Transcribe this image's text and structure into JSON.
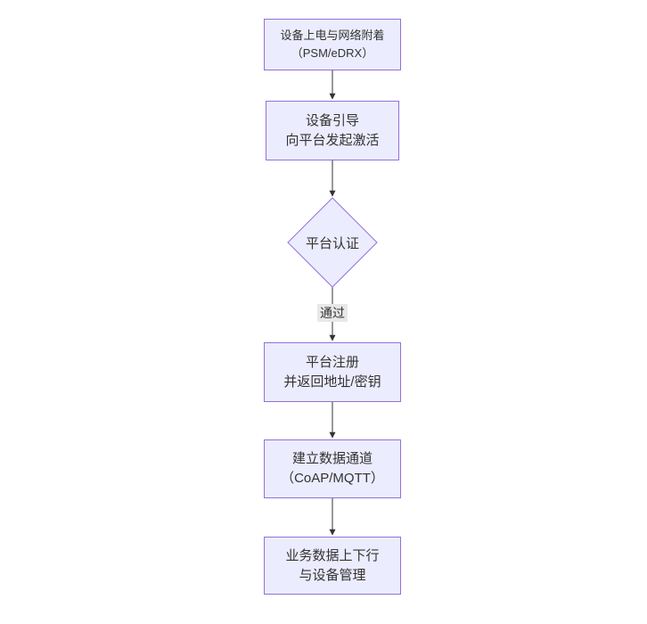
{
  "diagram": {
    "type": "flowchart",
    "direction": "top-down",
    "colors": {
      "background": "#ffffff",
      "node_fill": "#ECECFF",
      "node_border": "#9370DB",
      "arrow_line": "#333333",
      "text": "#333333",
      "edge_label_bg": "#e8e8e8"
    },
    "nodes": [
      {
        "shape": "rectangle",
        "lines": [
          "设备上电与网络附着",
          "（PSM/eDRX）"
        ]
      },
      {
        "shape": "rectangle",
        "lines": [
          "设备引导",
          "向平台发起激活"
        ]
      },
      {
        "shape": "diamond",
        "lines": [
          "平台认证"
        ]
      },
      {
        "shape": "rectangle",
        "lines": [
          "平台注册",
          "并返回地址/密钥"
        ]
      },
      {
        "shape": "rectangle",
        "lines": [
          "建立数据通道",
          "（CoAP/MQTT）"
        ]
      },
      {
        "shape": "rectangle",
        "lines": [
          "业务数据上下行",
          "与设备管理"
        ]
      }
    ],
    "edges": [
      {
        "from": 0,
        "to": 1,
        "label": ""
      },
      {
        "from": 1,
        "to": 2,
        "label": ""
      },
      {
        "from": 2,
        "to": 3,
        "label": "通过"
      },
      {
        "from": 3,
        "to": 4,
        "label": ""
      },
      {
        "from": 4,
        "to": 5,
        "label": ""
      }
    ]
  }
}
